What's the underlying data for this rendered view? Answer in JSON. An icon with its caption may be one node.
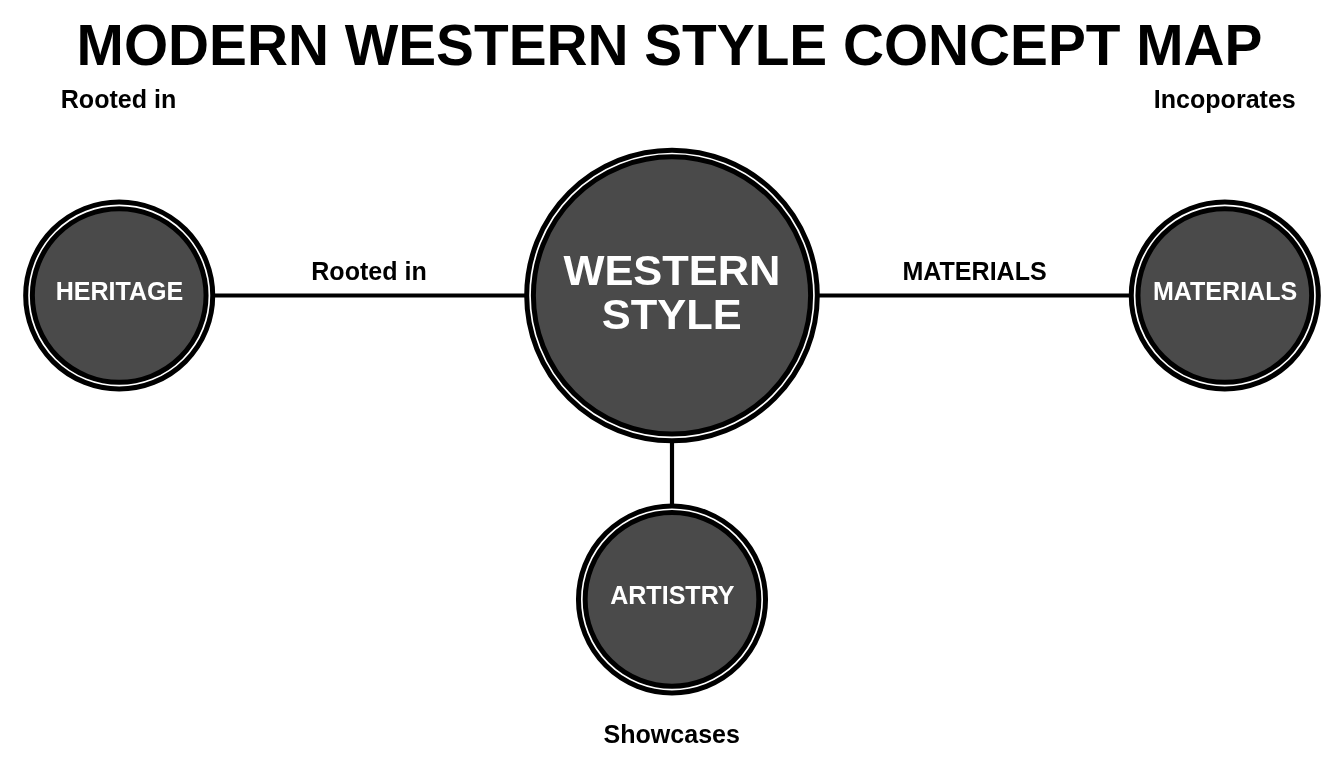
{
  "diagram": {
    "title": "MODERN WESTERN STYLE CONCEPT MAP",
    "nodes": [
      {
        "text": [
          "HERITAGE"
        ],
        "beside": [
          "Rooted in"
        ]
      },
      {
        "text": [
          "WESTERN STYLE"
        ]
      },
      {
        "text": [
          "MATERIALS"
        ],
        "beside": [
          "Incoporates"
        ]
      },
      {
        "text": [
          "ARTISTRY"
        ],
        "beside": [
          "Showcases"
        ]
      }
    ],
    "edges": [
      {
        "from": 0,
        "to": 1,
        "arrow": "none",
        "label": "Rooted in"
      },
      {
        "from": 1,
        "to": 2,
        "arrow": "none",
        "label": "MATERIALS"
      },
      {
        "from": 1,
        "to": 3,
        "arrow": "none"
      }
    ]
  }
}
